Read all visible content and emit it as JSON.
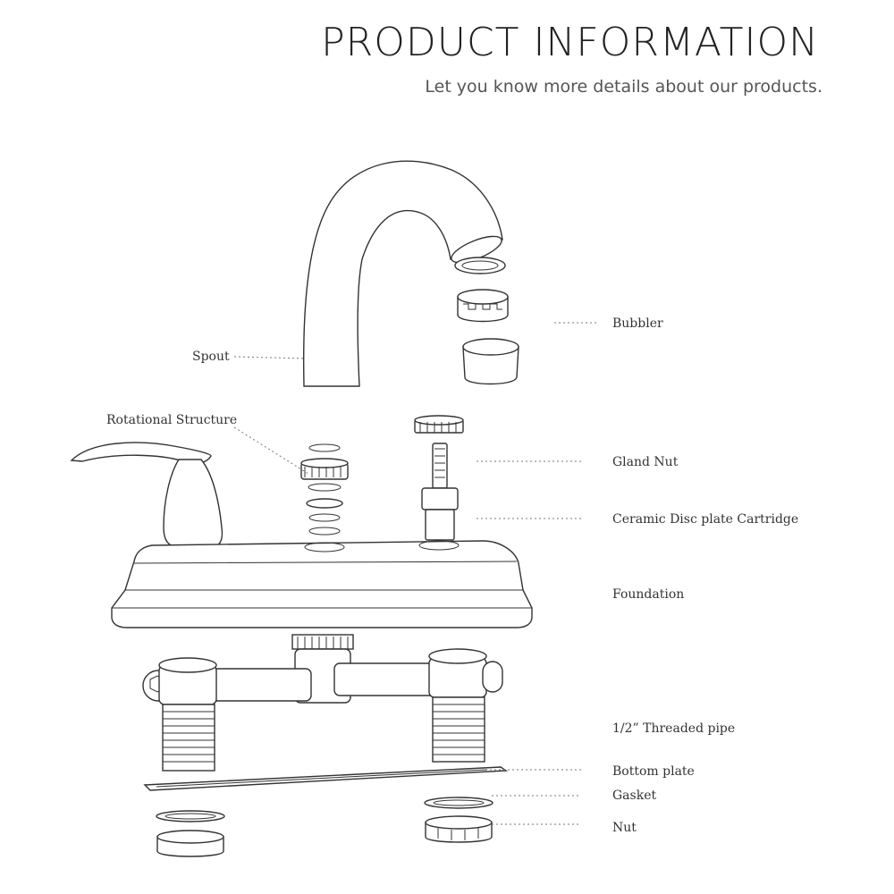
{
  "header": {
    "title": "PRODUCT INFORMATION",
    "subtitle": "Let you know more details about our products."
  },
  "labels": {
    "bubbler": "Bubbler",
    "spout": "Spout",
    "rotational_structure": "Rotational Structure",
    "gland_nut": "Gland Nut",
    "cartridge": "Ceramic Disc plate Cartridge",
    "foundation": "Foundation",
    "threaded_pipe": "1/2” Threaded pipe",
    "bottom_plate": "Bottom plate",
    "gasket": "Gasket",
    "nut": "Nut"
  }
}
